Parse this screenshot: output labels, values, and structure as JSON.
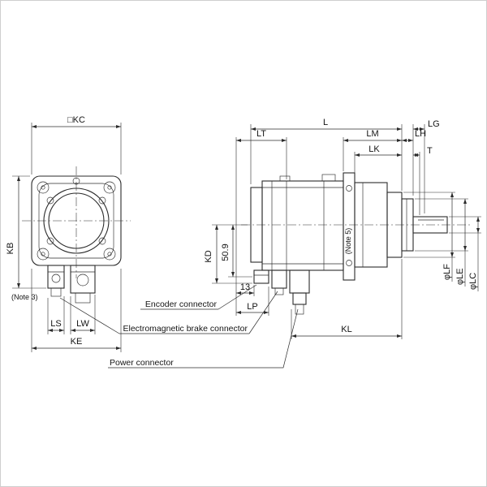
{
  "drawing": {
    "line_color": "#2b2b2b",
    "front": {
      "kc": "□KC",
      "kb": "KB",
      "note3": "(Note 3)",
      "ls": "LS",
      "lw": "LW",
      "ke": "KE"
    },
    "side": {
      "l": "L",
      "lt": "LT",
      "lm": "LM",
      "lh": "LH",
      "lg": "LG",
      "lk": "LK",
      "t": "T",
      "kd": "KD",
      "d50_9": "50.9",
      "d13": "13",
      "lp": "LP",
      "kl": "KL",
      "note5": "(Note 5)",
      "phi_lf": "φLF",
      "phi_le": "φLE",
      "phi_lc": "φLC"
    },
    "callouts": {
      "encoder": "Encoder connector",
      "brake": "Electromagnetic brake connector",
      "power": "Power connector"
    }
  }
}
